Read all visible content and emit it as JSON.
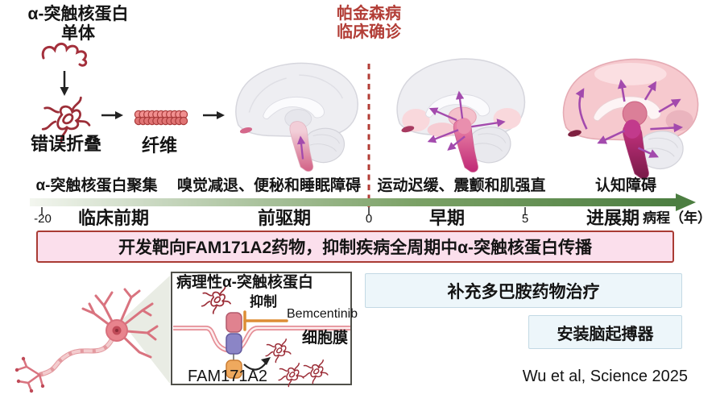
{
  "pathway": {
    "monomer_label": "α-突触核蛋白\n单体",
    "misfold_label": "错误折叠",
    "fibril_label": "纤维"
  },
  "diagnosis": {
    "label": "帕金森病\n临床确诊"
  },
  "timeline": {
    "symptoms": [
      "α-突触核蛋白聚集",
      "嗅觉减退、便秘和睡眠障碍",
      "运动迟缓、震颤和肌强直",
      "认知障碍"
    ],
    "stages": [
      "临床前期",
      "前驱期",
      "早期",
      "进展期"
    ],
    "ticks": [
      "-20",
      "0",
      "5"
    ],
    "axis_label": "病程（年）"
  },
  "therapy": {
    "fam_box_label": "开发靶向FAM171A2药物，抑制疾病全周期中α-突触核蛋白传播",
    "dopamine_label": "补充多巴胺药物治疗",
    "dbs_label": "安装脑起搏器"
  },
  "inset": {
    "title": "病理性α-突触核蛋白",
    "inhibit_label": "抑制",
    "drug_name": "Bemcentinib",
    "membrane_label": "细胞膜",
    "receptor_name": "FAM171A2"
  },
  "credit": {
    "text": "Wu et al, Science 2025"
  },
  "colors": {
    "accent_red": "#b23d36",
    "timeline_green": "#4c7e41",
    "therapy_box_pink": "#fbdfec",
    "therapy_box_blue": "#edf6fa",
    "protein_red": "#9c2e38",
    "inhibitor_orange": "#dd8d35",
    "spread_arrow_purple": "#a34aad"
  }
}
